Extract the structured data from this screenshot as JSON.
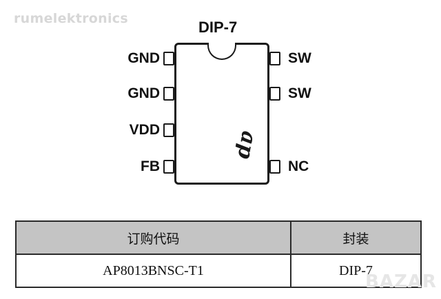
{
  "watermark": "rumelektronics",
  "corner_watermark": "BAZAR",
  "package_title": "DIP-7",
  "logo_text": "ap",
  "left_pins": [
    "GND",
    "GND",
    "VDD",
    "FB"
  ],
  "right_pins": [
    "SW",
    "SW",
    "NC"
  ],
  "table": {
    "headers": [
      "订购代码",
      "封装"
    ],
    "rows": [
      [
        "AP8013BNSC-T1",
        "DIP-7"
      ]
    ]
  }
}
